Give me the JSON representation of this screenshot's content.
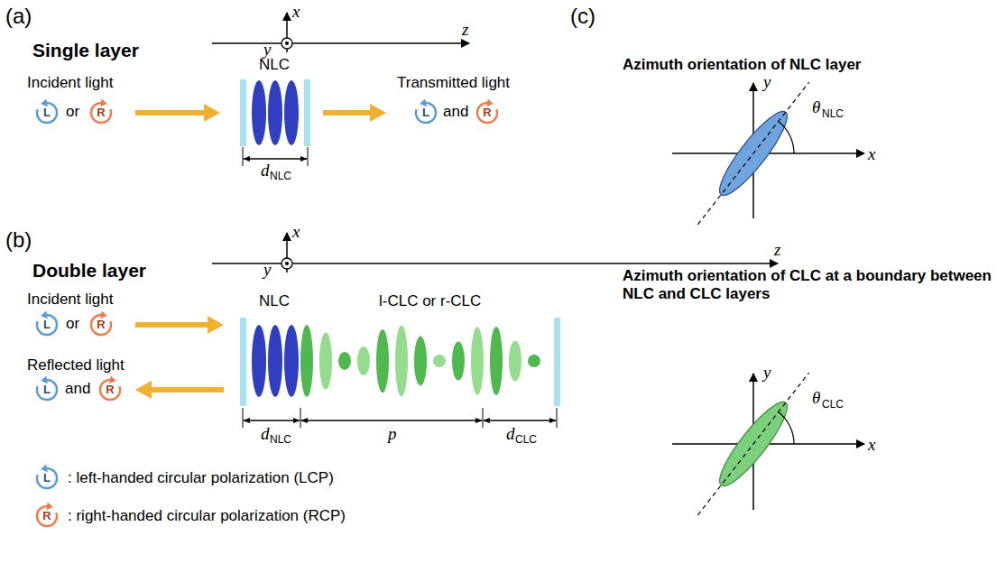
{
  "diagram": {
    "nodes": [
      {
        "text": [
          "L"
        ]
      },
      {
        "text": [
          "R"
        ]
      },
      {
        "text": [
          "L"
        ]
      },
      {
        "text": [
          "R"
        ]
      },
      {
        "text": [
          "L"
        ]
      },
      {
        "text": [
          "R"
        ]
      },
      {
        "text": [
          "L"
        ]
      },
      {
        "text": [
          "R"
        ]
      },
      {
        "text": [
          "L"
        ]
      },
      {
        "text": [
          "R"
        ]
      }
    ],
    "labels": [
      "(a)",
      "Single layer",
      "x",
      "y",
      "z",
      "Incident light",
      "or",
      "NLC",
      "Transmitted light",
      "and",
      "d",
      "NLC",
      "(b)",
      "Double layer",
      "x",
      "y",
      "z",
      "Incident light",
      "or",
      "Reflected light",
      "and",
      "NLC",
      "l-CLC or r-CLC",
      "d",
      "NLC",
      "p",
      "d",
      "CLC",
      "(c)",
      "Azimuth orientation of NLC layer",
      "y",
      "x",
      "θ",
      "NLC",
      "Azimuth orientation of CLC at a boundary between NLC and CLC layers",
      "y",
      "x",
      "θ",
      "CLC"
    ],
    "legend": [
      {
        "text": ": left-handed circular polarization (LCP)"
      },
      {
        "text": ": right-handed circular polarization (RCP)"
      }
    ]
  }
}
